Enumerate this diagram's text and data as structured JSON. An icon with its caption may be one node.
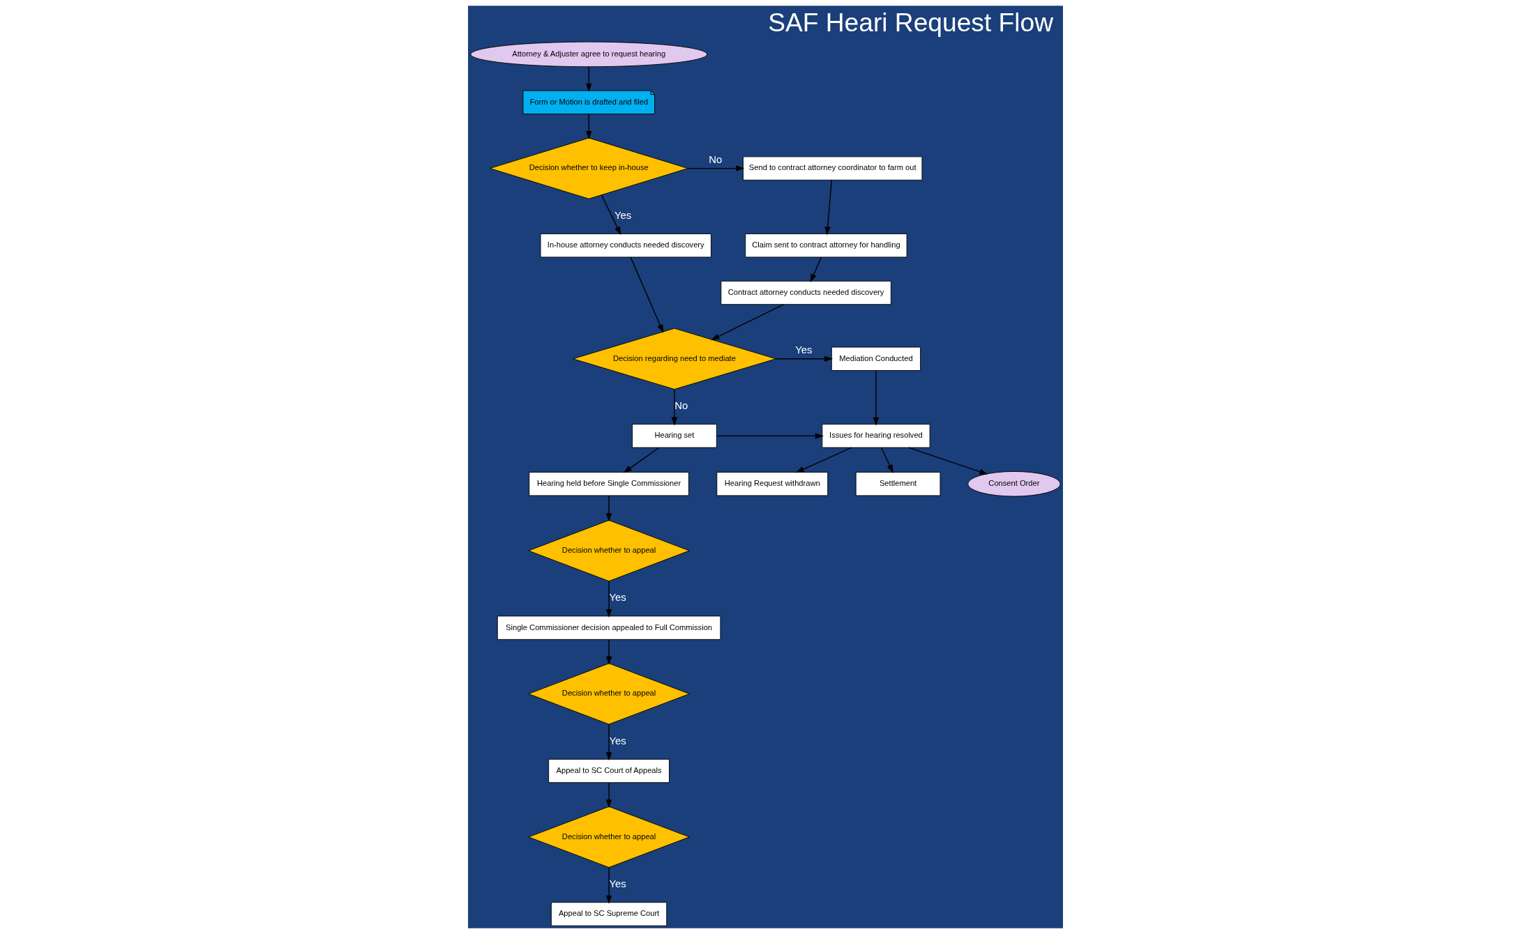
{
  "diagram": {
    "title": "SAF Heari Request Flow",
    "nodes": [
      {
        "text": [
          "Attorney & Adjuster agree to request hearing"
        ]
      },
      {
        "text": [
          "Form or Motion is drafted and filed"
        ]
      },
      {
        "text": [
          "Decision whether to keep in-house"
        ]
      },
      {
        "text": [
          "Send to contract attorney coordinator to farm out"
        ]
      },
      {
        "text": [
          "In-house attorney conducts needed discovery"
        ]
      },
      {
        "text": [
          "Claim sent to contract attorney for handling"
        ]
      },
      {
        "text": [
          "Contract attorney conducts needed discovery"
        ]
      },
      {
        "text": [
          "Decision regarding need to mediate"
        ]
      },
      {
        "text": [
          "Mediation Conducted"
        ]
      },
      {
        "text": [
          "Hearing Request withdrawn"
        ]
      },
      {
        "text": [
          "Appeal to SC Supreme Court"
        ]
      },
      {
        "text": [
          "Hearing set"
        ]
      },
      {
        "text": [
          "Issues for hearing resolved"
        ]
      },
      {
        "text": [
          "Decision whether to appeal"
        ]
      },
      {
        "text": [
          "Appeal to SC Court of Appeals"
        ]
      },
      {
        "text": [
          "Hearing held before Single Commissioner"
        ]
      },
      {
        "text": [
          "Settlement"
        ]
      },
      {
        "text": [
          "Consent Order"
        ]
      },
      {
        "text": [
          "Decision whether to appeal"
        ]
      },
      {
        "text": [
          "Single Commissioner decision appealed to Full Commission"
        ]
      },
      {
        "text": [
          "Decision whether to appeal"
        ]
      }
    ],
    "edges": [
      {
        "from": 0,
        "to": 1,
        "arrow": "to"
      },
      {
        "from": 1,
        "to": 2,
        "arrow": "to"
      },
      {
        "from": 2,
        "to": 3,
        "arrow": "to",
        "label": "No"
      },
      {
        "from": 2,
        "to": 4,
        "arrow": "to",
        "label": "Yes"
      },
      {
        "from": 3,
        "to": 5,
        "arrow": "to"
      },
      {
        "from": 5,
        "to": 6,
        "arrow": "to"
      },
      {
        "from": 6,
        "to": 7,
        "arrow": "to"
      },
      {
        "from": 4,
        "to": 7,
        "arrow": "to"
      },
      {
        "from": 7,
        "to": 8,
        "arrow": "to",
        "label": "Yes"
      },
      {
        "from": 7,
        "to": 11,
        "arrow": "to",
        "label": "No"
      },
      {
        "from": 8,
        "to": 12,
        "arrow": "to"
      },
      {
        "from": 11,
        "to": 12,
        "arrow": "to"
      },
      {
        "from": 12,
        "to": 16,
        "arrow": "to"
      },
      {
        "from": 12,
        "to": 9,
        "arrow": "to"
      },
      {
        "from": 12,
        "to": 17,
        "arrow": "to"
      },
      {
        "from": 11,
        "to": 15,
        "arrow": "to"
      },
      {
        "from": 15,
        "to": 20,
        "arrow": "to"
      },
      {
        "from": 20,
        "to": 19,
        "arrow": "to",
        "label": "Yes"
      },
      {
        "from": 19,
        "to": 18,
        "arrow": "to"
      },
      {
        "from": 18,
        "to": 14,
        "arrow": "to",
        "label": "Yes"
      },
      {
        "from": 14,
        "to": 13,
        "arrow": "to"
      },
      {
        "from": 13,
        "to": 10,
        "arrow": "to",
        "label": "Yes"
      }
    ]
  }
}
